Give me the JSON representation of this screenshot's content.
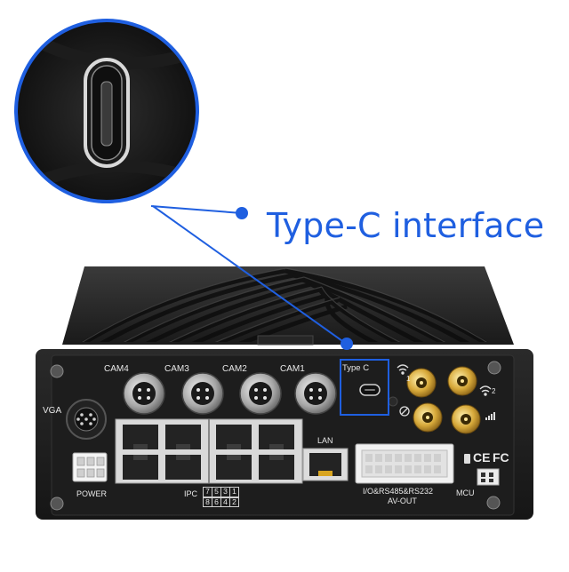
{
  "callout": {
    "label": "Type-C interface",
    "accent_color": "#1f5fe0"
  },
  "device": {
    "camera_ports": [
      {
        "label": "CAM4"
      },
      {
        "label": "CAM3"
      },
      {
        "label": "CAM2"
      },
      {
        "label": "CAM1"
      }
    ],
    "typec_label": "Type C",
    "vga_label": "VGA",
    "power_label": "POWER",
    "lan_label": "LAN",
    "ipc_label": "IPC",
    "ipc_top_digits": [
      "7",
      "5",
      "3",
      "1"
    ],
    "ipc_bottom_digits": [
      "8",
      "6",
      "4",
      "2"
    ],
    "io_label": "I/O&RS485&RS232",
    "av_label": "AV-OUT",
    "mcu_label": "MCU",
    "antenna_1_label": "1",
    "antenna_2_label": "2",
    "ce_mark": "CE",
    "fc_mark": "FC"
  }
}
